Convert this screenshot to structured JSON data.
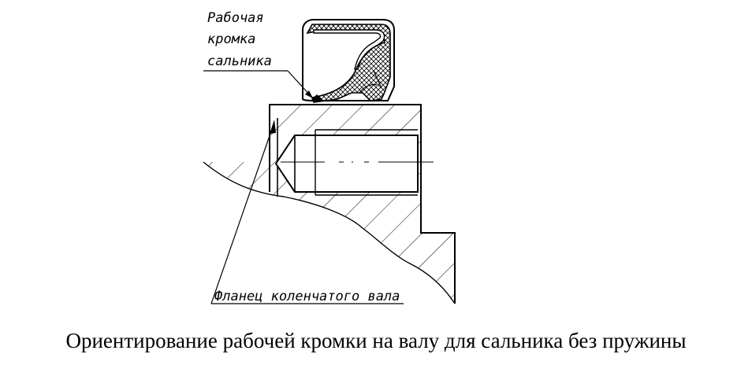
{
  "labels": {
    "lip_line1": "Рабочая",
    "lip_line2": "кромка",
    "lip_line3": "сальника",
    "flange": "Фланец коленчатого вала"
  },
  "caption": "Ориентирование рабочей кромки на валу для сальника без пружины"
}
